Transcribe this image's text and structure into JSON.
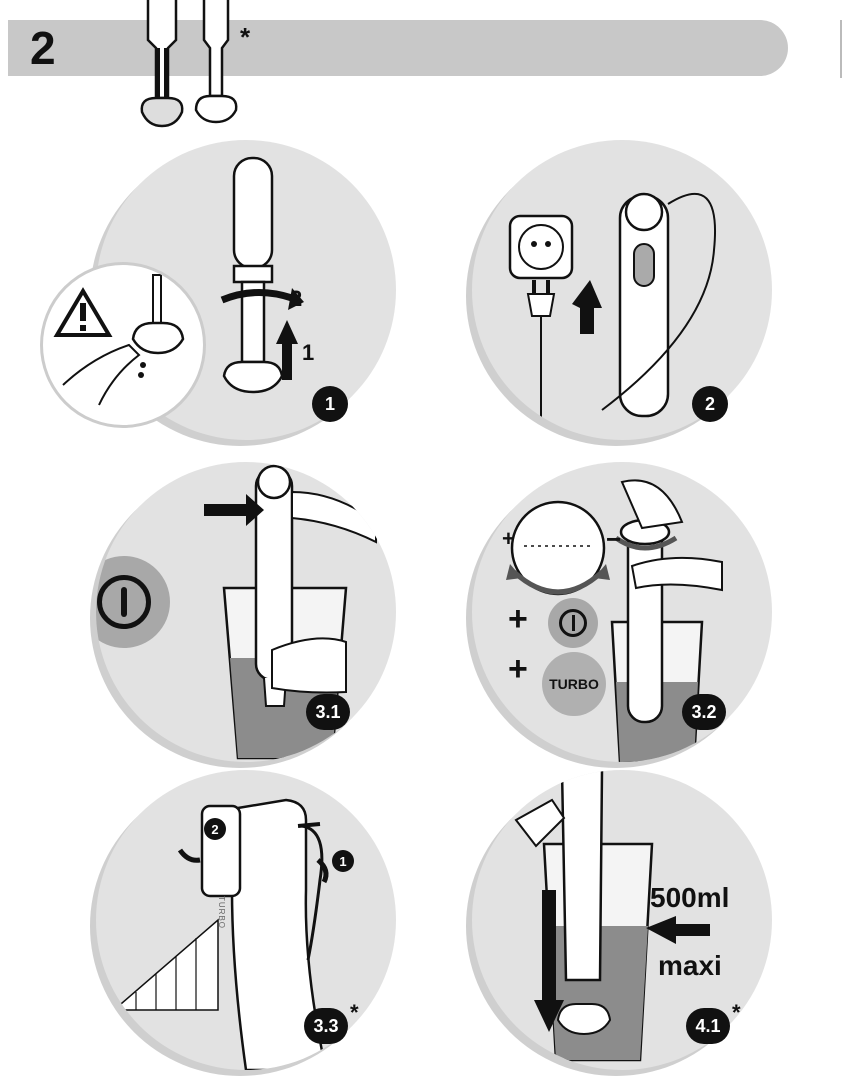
{
  "header": {
    "step_number": "2",
    "asterisk": "*"
  },
  "panels": {
    "p1": {
      "badge": "1",
      "arrow_2": "2",
      "arrow_1": "1"
    },
    "p2": {
      "badge": "2"
    },
    "p31": {
      "badge": "3.1"
    },
    "p32": {
      "badge": "3.2",
      "plus_a": "+",
      "plus_b": "+",
      "minus": "−",
      "plus_dial": "+",
      "turbo_label": "TURBO"
    },
    "p33": {
      "badge": "3.3",
      "asterisk": "*",
      "callout_1": "1",
      "callout_2": "2",
      "turbo_side": "TURBO"
    },
    "p41": {
      "badge": "4.1",
      "asterisk": "*",
      "volume_label": "500ml",
      "maxi_label": "maxi"
    }
  },
  "colors": {
    "circle_bg": "#e2e2e2",
    "header_bar": "#c8c8c8",
    "badge_bg": "#111111",
    "button_grey": "#b0b0b0"
  }
}
